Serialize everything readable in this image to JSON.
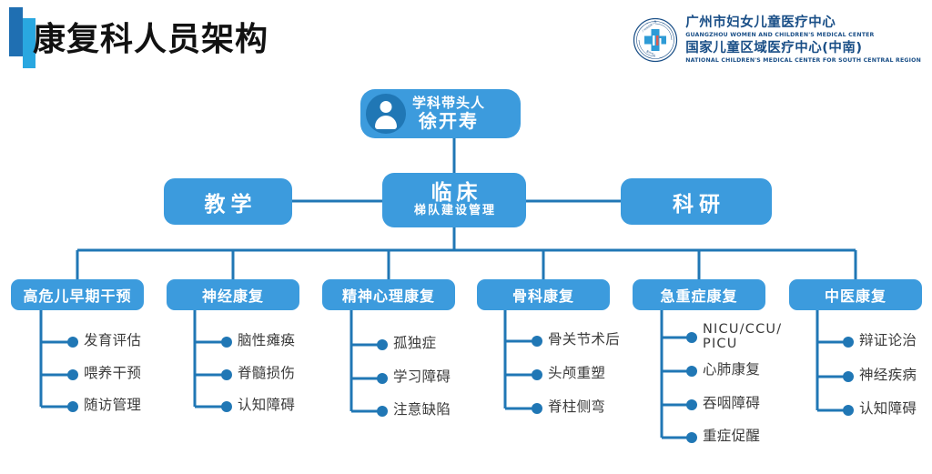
{
  "header": {
    "title": "康复科人员架构",
    "logo": {
      "mark_name": "guangzhou-women-children-medical-center-seal",
      "line1_cn": "广州市妇女儿童医疗中心",
      "line1_en": "GUANGZHOU WOMEN AND CHILDREN'S MEDICAL CENTER",
      "line2_cn": "国家儿童区域医疗中心(中南)",
      "line2_en": "NATIONAL CHILDREN'S MEDICAL CENTER FOR SOUTH CENTRAL REGION"
    }
  },
  "colors": {
    "node_fill": "#3C9BDD",
    "avatar_fill": "#2077B5",
    "connector": "#2077B5",
    "title_bar_dark": "#1F6FB2",
    "title_bar_light": "#29A7E0",
    "node_text": "#FFFFFF",
    "leaf_text": "#3B3B3B",
    "logo_text": "#1A4F87"
  },
  "chart_data": {
    "type": "diagram",
    "title": "康复科人员架构",
    "root": {
      "role_label": "学科带头人",
      "name": "徐开寿",
      "icon": "person-icon"
    },
    "level2": [
      {
        "id": "teaching",
        "label": "教学",
        "sublabel": ""
      },
      {
        "id": "clinical",
        "label": "临床",
        "sublabel": "梯队建设管理"
      },
      {
        "id": "research",
        "label": "科研",
        "sublabel": ""
      }
    ],
    "level3": [
      {
        "id": "high-risk-infant",
        "label": "高危儿早期干预",
        "items": [
          "发育评估",
          "喂养干预",
          "随访管理"
        ]
      },
      {
        "id": "neuro-rehab",
        "label": "神经康复",
        "items": [
          "脑性瘫痪",
          "脊髓损伤",
          "认知障碍"
        ]
      },
      {
        "id": "psych-rehab",
        "label": "精神心理康复",
        "items": [
          "孤独症",
          "学习障碍",
          "注意缺陷"
        ]
      },
      {
        "id": "ortho-rehab",
        "label": "骨科康复",
        "items": [
          "骨关节术后",
          "头颅重塑",
          "脊柱侧弯"
        ]
      },
      {
        "id": "critical-care-rehab",
        "label": "急重症康复",
        "items": [
          "NICU/CCU/\nPICU",
          "心肺康复",
          "吞咽障碍",
          "重症促醒"
        ]
      },
      {
        "id": "tcm-rehab",
        "label": "中医康复",
        "items": [
          "辩证论治",
          "神经疾病",
          "认知障碍"
        ]
      }
    ]
  }
}
